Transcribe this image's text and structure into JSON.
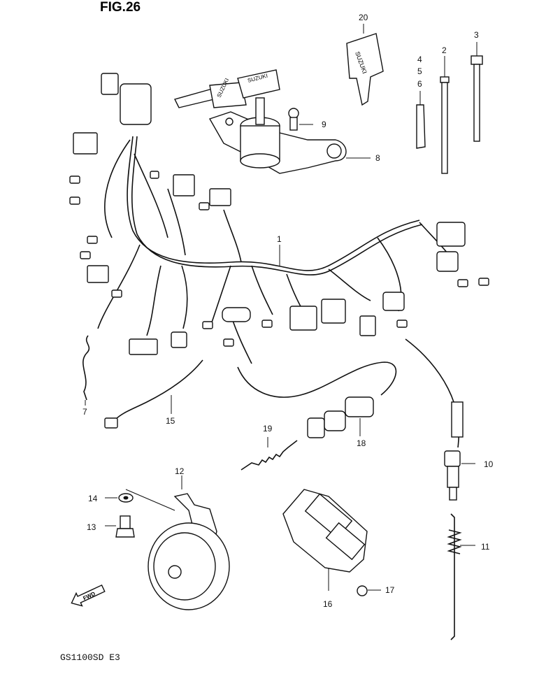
{
  "figure_title": "FIG.26",
  "model_code": "GS1100SD E3",
  "direction_label": "FWD",
  "key_brand": "SUZUKI",
  "callouts": {
    "main_harness": "1",
    "tie_2": "2",
    "tie_3": "3",
    "clamp_4": "4",
    "clamp_5": "5",
    "clamp_6": "6",
    "hook_7": "7",
    "ignition_bracket": "8",
    "screw_9": "9",
    "brake_switch": "10",
    "spring_11": "11",
    "horn_bracket": "12",
    "bolt_13": "13",
    "washer_14": "14",
    "lead_wire_15": "15",
    "regulator": "16",
    "nut_17": "17",
    "rear_switch": "18",
    "spring_19": "19",
    "key_20": "20"
  }
}
